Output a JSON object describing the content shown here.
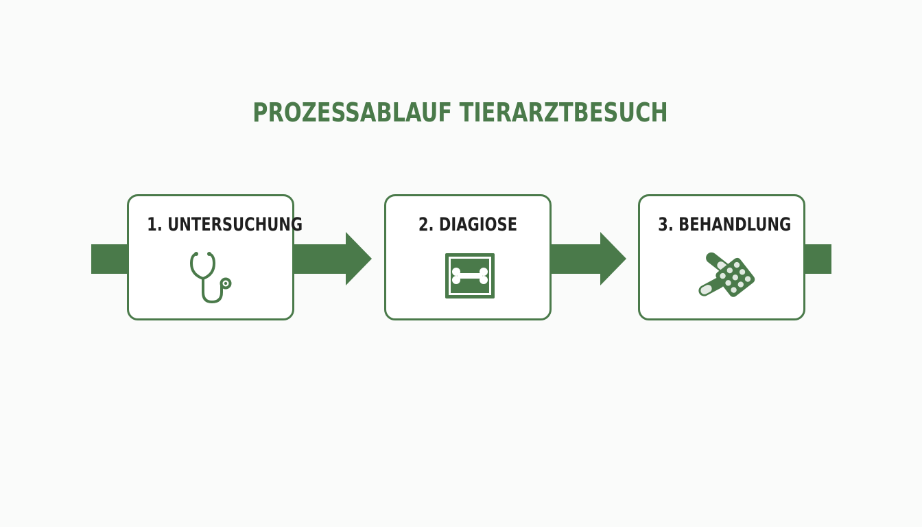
{
  "title": "PROZESSABLAUF TIERARZTBESUCH",
  "colors": {
    "accent": "#4a7a4a",
    "label": "#1f1f1f",
    "background": "#fafbfa"
  },
  "steps": [
    {
      "label": "1. UNTERSUCHUNG",
      "icon": "stethoscope-icon"
    },
    {
      "label": "2. DIAGIOSE",
      "icon": "bone-xray-icon"
    },
    {
      "label": "3. BEHANDLUNG",
      "icon": "pills-icon"
    }
  ]
}
